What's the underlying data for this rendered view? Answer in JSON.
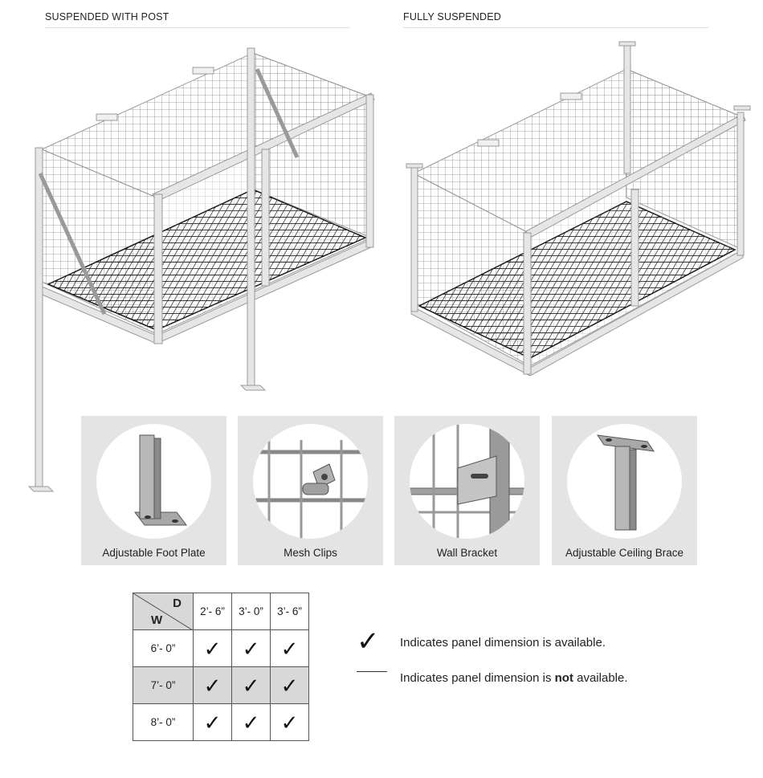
{
  "sections": {
    "left_title": "SUSPENDED WITH POST",
    "right_title": "FULLY SUSPENDED"
  },
  "parts": [
    {
      "label": "Adjustable Foot Plate",
      "icon": "foot-plate-icon"
    },
    {
      "label": "Mesh Clips",
      "icon": "mesh-clip-icon"
    },
    {
      "label": "Wall Bracket",
      "icon": "wall-bracket-icon"
    },
    {
      "label": "Adjustable Ceiling Brace",
      "icon": "ceiling-brace-icon"
    }
  ],
  "table": {
    "corner_top": "D",
    "corner_bottom": "W",
    "columns": [
      "2’- 6”",
      "3’- 0”",
      "3’- 6”"
    ],
    "rows": [
      {
        "label": "6’- 0”",
        "cells": [
          "✓",
          "✓",
          "✓"
        ]
      },
      {
        "label": "7’- 0”",
        "cells": [
          "✓",
          "✓",
          "✓"
        ]
      },
      {
        "label": "8’- 0”",
        "cells": [
          "✓",
          "✓",
          "✓"
        ]
      }
    ]
  },
  "legend": {
    "available_symbol": "✓",
    "available_text": "Indicates panel dimension is available.",
    "not_available_prefix": "Indicates panel dimension is ",
    "not_available_bold": "not",
    "not_available_suffix": " available."
  },
  "colors": {
    "frame": "#e6e6e6",
    "frame_stroke": "#9a9a9a",
    "mesh": "#8c8c8c",
    "dark_mesh": "#1a1a1a",
    "card_bg": "#e4e4e4",
    "shade": "#d8d8d8"
  }
}
